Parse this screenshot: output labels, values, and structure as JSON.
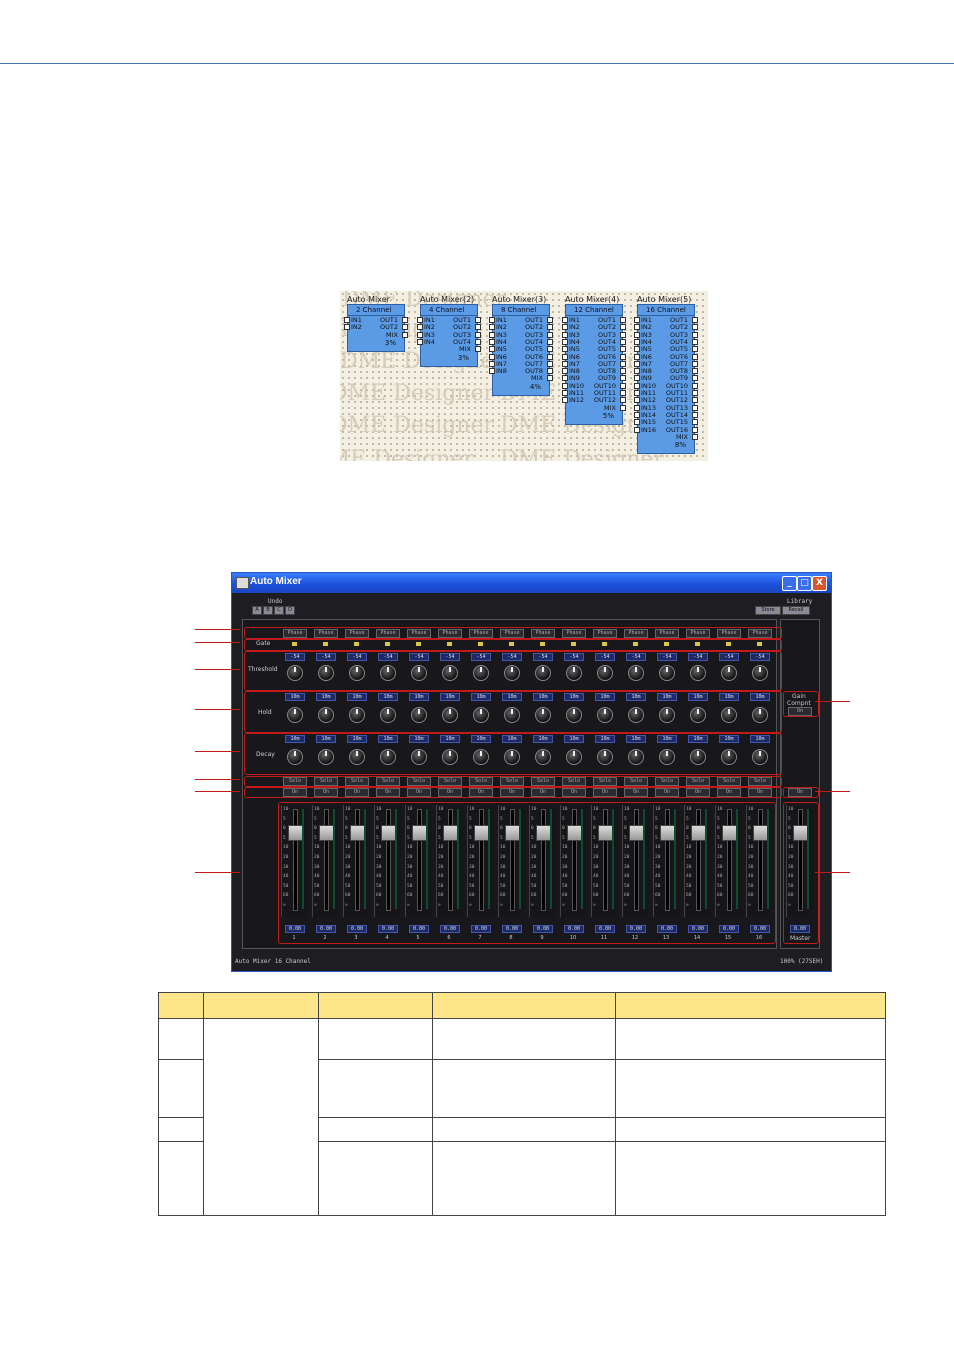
{
  "diagram": {
    "watermark": "DME Designer",
    "components": [
      {
        "title": "Auto Mixer",
        "channel": "2 Channel",
        "inputs": [
          "IN1",
          "IN2"
        ],
        "outputs": [
          "OUT1",
          "OUT2",
          "MIX"
        ],
        "usage": "3%"
      },
      {
        "title": "Auto Mixer(2)",
        "channel": "4 Channel",
        "inputs": [
          "IN1",
          "IN2",
          "IN3",
          "IN4"
        ],
        "outputs": [
          "OUT1",
          "OUT2",
          "OUT3",
          "OUT4",
          "MIX"
        ],
        "usage": "3%"
      },
      {
        "title": "Auto Mixer(3)",
        "channel": "8 Channel",
        "inputs": [
          "IN1",
          "IN2",
          "IN3",
          "IN4",
          "IN5",
          "IN6",
          "IN7",
          "IN8"
        ],
        "outputs": [
          "OUT1",
          "OUT2",
          "OUT3",
          "OUT4",
          "OUT5",
          "OUT6",
          "OUT7",
          "OUT8",
          "MIX"
        ],
        "usage": "4%"
      },
      {
        "title": "Auto Mixer(4)",
        "channel": "12 Channel",
        "inputs": [
          "IN1",
          "IN2",
          "IN3",
          "IN4",
          "IN5",
          "IN6",
          "IN7",
          "IN8",
          "IN9",
          "IN10",
          "IN11",
          "IN12"
        ],
        "outputs": [
          "OUT1",
          "OUT2",
          "OUT3",
          "OUT4",
          "OUT5",
          "OUT6",
          "OUT7",
          "OUT8",
          "OUT9",
          "OUT10",
          "OUT11",
          "OUT12",
          "MIX"
        ],
        "usage": "5%"
      },
      {
        "title": "Auto Mixer(5)",
        "channel": "16 Channel",
        "inputs": [
          "IN1",
          "IN2",
          "IN3",
          "IN4",
          "IN5",
          "IN6",
          "IN7",
          "IN8",
          "IN9",
          "IN10",
          "IN11",
          "IN12",
          "IN13",
          "IN14",
          "IN15",
          "IN16"
        ],
        "outputs": [
          "OUT1",
          "OUT2",
          "OUT3",
          "OUT4",
          "OUT5",
          "OUT6",
          "OUT7",
          "OUT8",
          "OUT9",
          "OUT10",
          "OUT11",
          "OUT12",
          "OUT13",
          "OUT14",
          "OUT15",
          "OUT16",
          "MIX"
        ],
        "usage": "8%"
      }
    ]
  },
  "window": {
    "title": "Auto Mixer",
    "minimize": "_",
    "maximize": "□",
    "close": "X",
    "undo_label": "Undo",
    "undo_buttons": [
      "A",
      "B",
      "C",
      "D"
    ],
    "library_label": "Library",
    "store": "Store",
    "recall": "Recall",
    "phase_label": "Phase",
    "gate_label": "Gate",
    "threshold_label": "Threshold",
    "threshold_value": "-54",
    "hold_label": "Hold",
    "hold_value": "10m",
    "decay_label": "Decay",
    "decay_value": "10m",
    "solo_label": "Solo",
    "on_label": "On",
    "gain_comp_line1": "Gain",
    "gain_comp_line2": "Compnt",
    "gain_comp_on": "On",
    "master_on": "On",
    "fader_value": "0.00",
    "master_label": "Master",
    "fader_scale": [
      "10",
      "5",
      "0",
      "5",
      "10",
      "20",
      "30",
      "40",
      "50",
      "60",
      "∞"
    ],
    "channels": [
      "1",
      "2",
      "3",
      "4",
      "5",
      "6",
      "7",
      "8",
      "9",
      "10",
      "11",
      "12",
      "13",
      "14",
      "15",
      "16"
    ],
    "status_left": "Auto Mixer  16 Channel",
    "status_right": "100% (27SEH)"
  }
}
